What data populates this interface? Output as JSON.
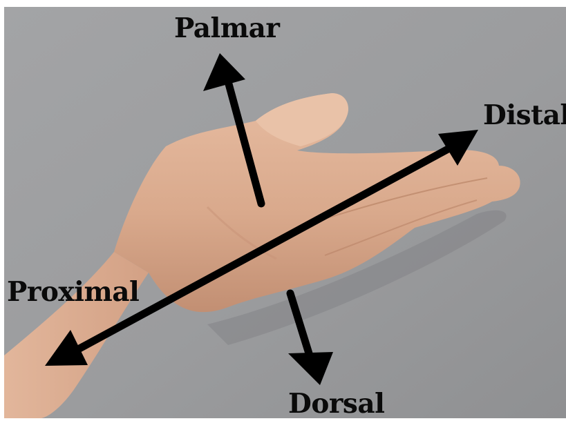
{
  "labels": {
    "palmar": "Palmar",
    "distal": "Distal",
    "proximal": "Proximal",
    "dorsal": "Dorsal"
  },
  "colors": {
    "wall": "#9b9c9e",
    "skin": "#d9a98c",
    "arrow": "#000000"
  }
}
